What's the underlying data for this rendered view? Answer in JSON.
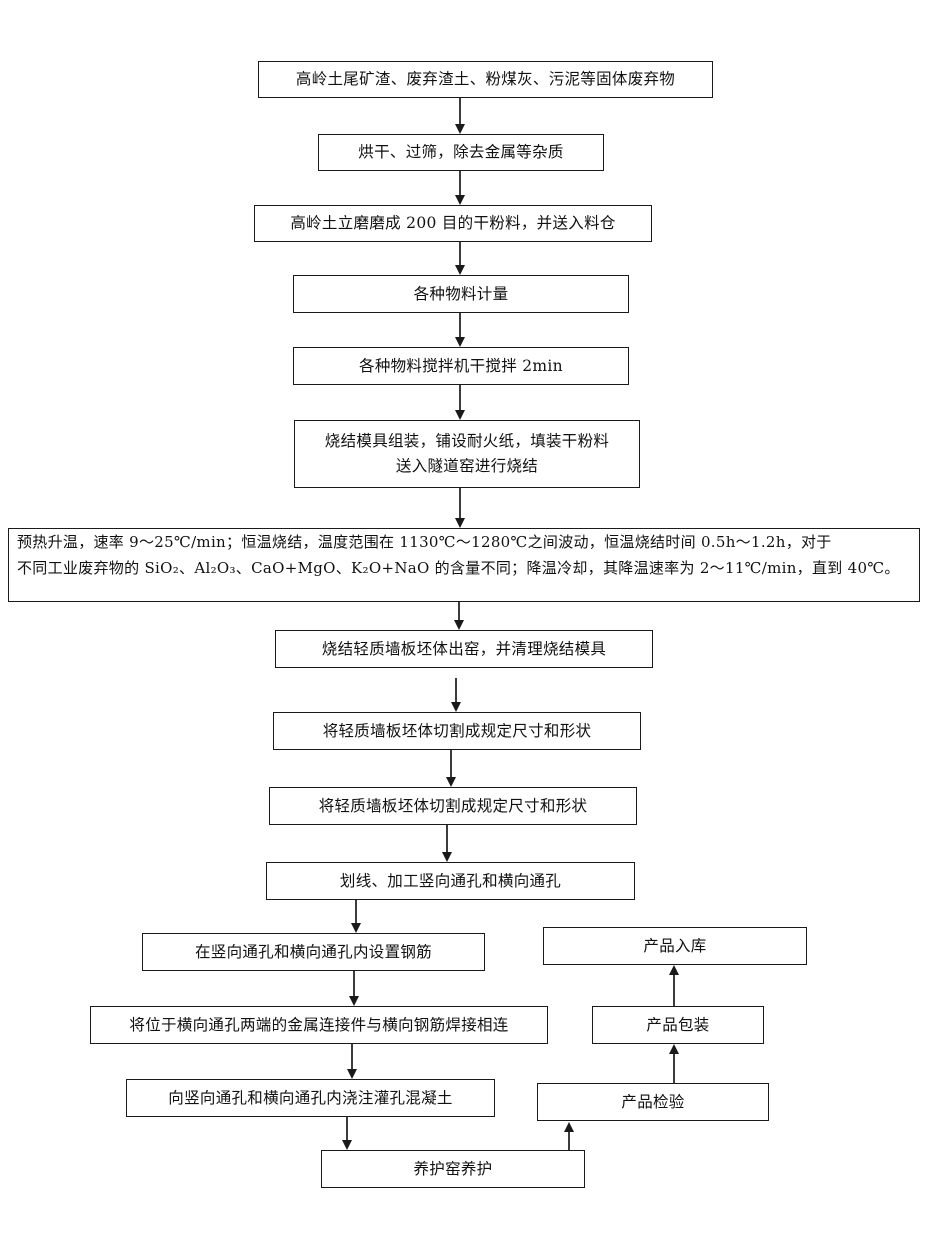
{
  "steps": {
    "s1": "高岭土尾矿渣、废弃渣土、粉煤灰、污泥等固体废弃物",
    "s2": "烘干、过筛，除去金属等杂质",
    "s3": "高岭土立磨磨成 200 目的干粉料，并送入料仓",
    "s4": "各种物料计量",
    "s5": "各种物料搅拌机干搅拌 2min",
    "s6_line1": "烧结模具组装，铺设耐火纸，填装干粉料",
    "s6_line2": "送入隧道窑进行烧结",
    "s7_line1": "预热升温，速率 9～25℃/min；恒温烧结，温度范围在 1130℃～1280℃之间波动，恒温烧结时间 0.5h～1.2h，对于",
    "s7_line2": "不同工业废弃物的 SiO₂、Al₂O₃、CaO+MgO、K₂O+NaO 的含量不同；降温冷却，其降温速率为 2～11℃/min，直到 40℃。",
    "s8": "烧结轻质墙板坯体出窑，并清理烧结模具",
    "s9": "将轻质墙板坯体切割成规定尺寸和形状",
    "s10": "将轻质墙板坯体切割成规定尺寸和形状",
    "s11": "划线、加工竖向通孔和横向通孔",
    "s12": "在竖向通孔和横向通孔内设置钢筋",
    "s13": "将位于横向通孔两端的金属连接件与横向钢筋焊接相连",
    "s14": "向竖向通孔和横向通孔内浇注灌孔混凝土",
    "s15": "养护窑养护",
    "s16": "产品检验",
    "s17": "产品包装",
    "s18": "产品入库"
  }
}
